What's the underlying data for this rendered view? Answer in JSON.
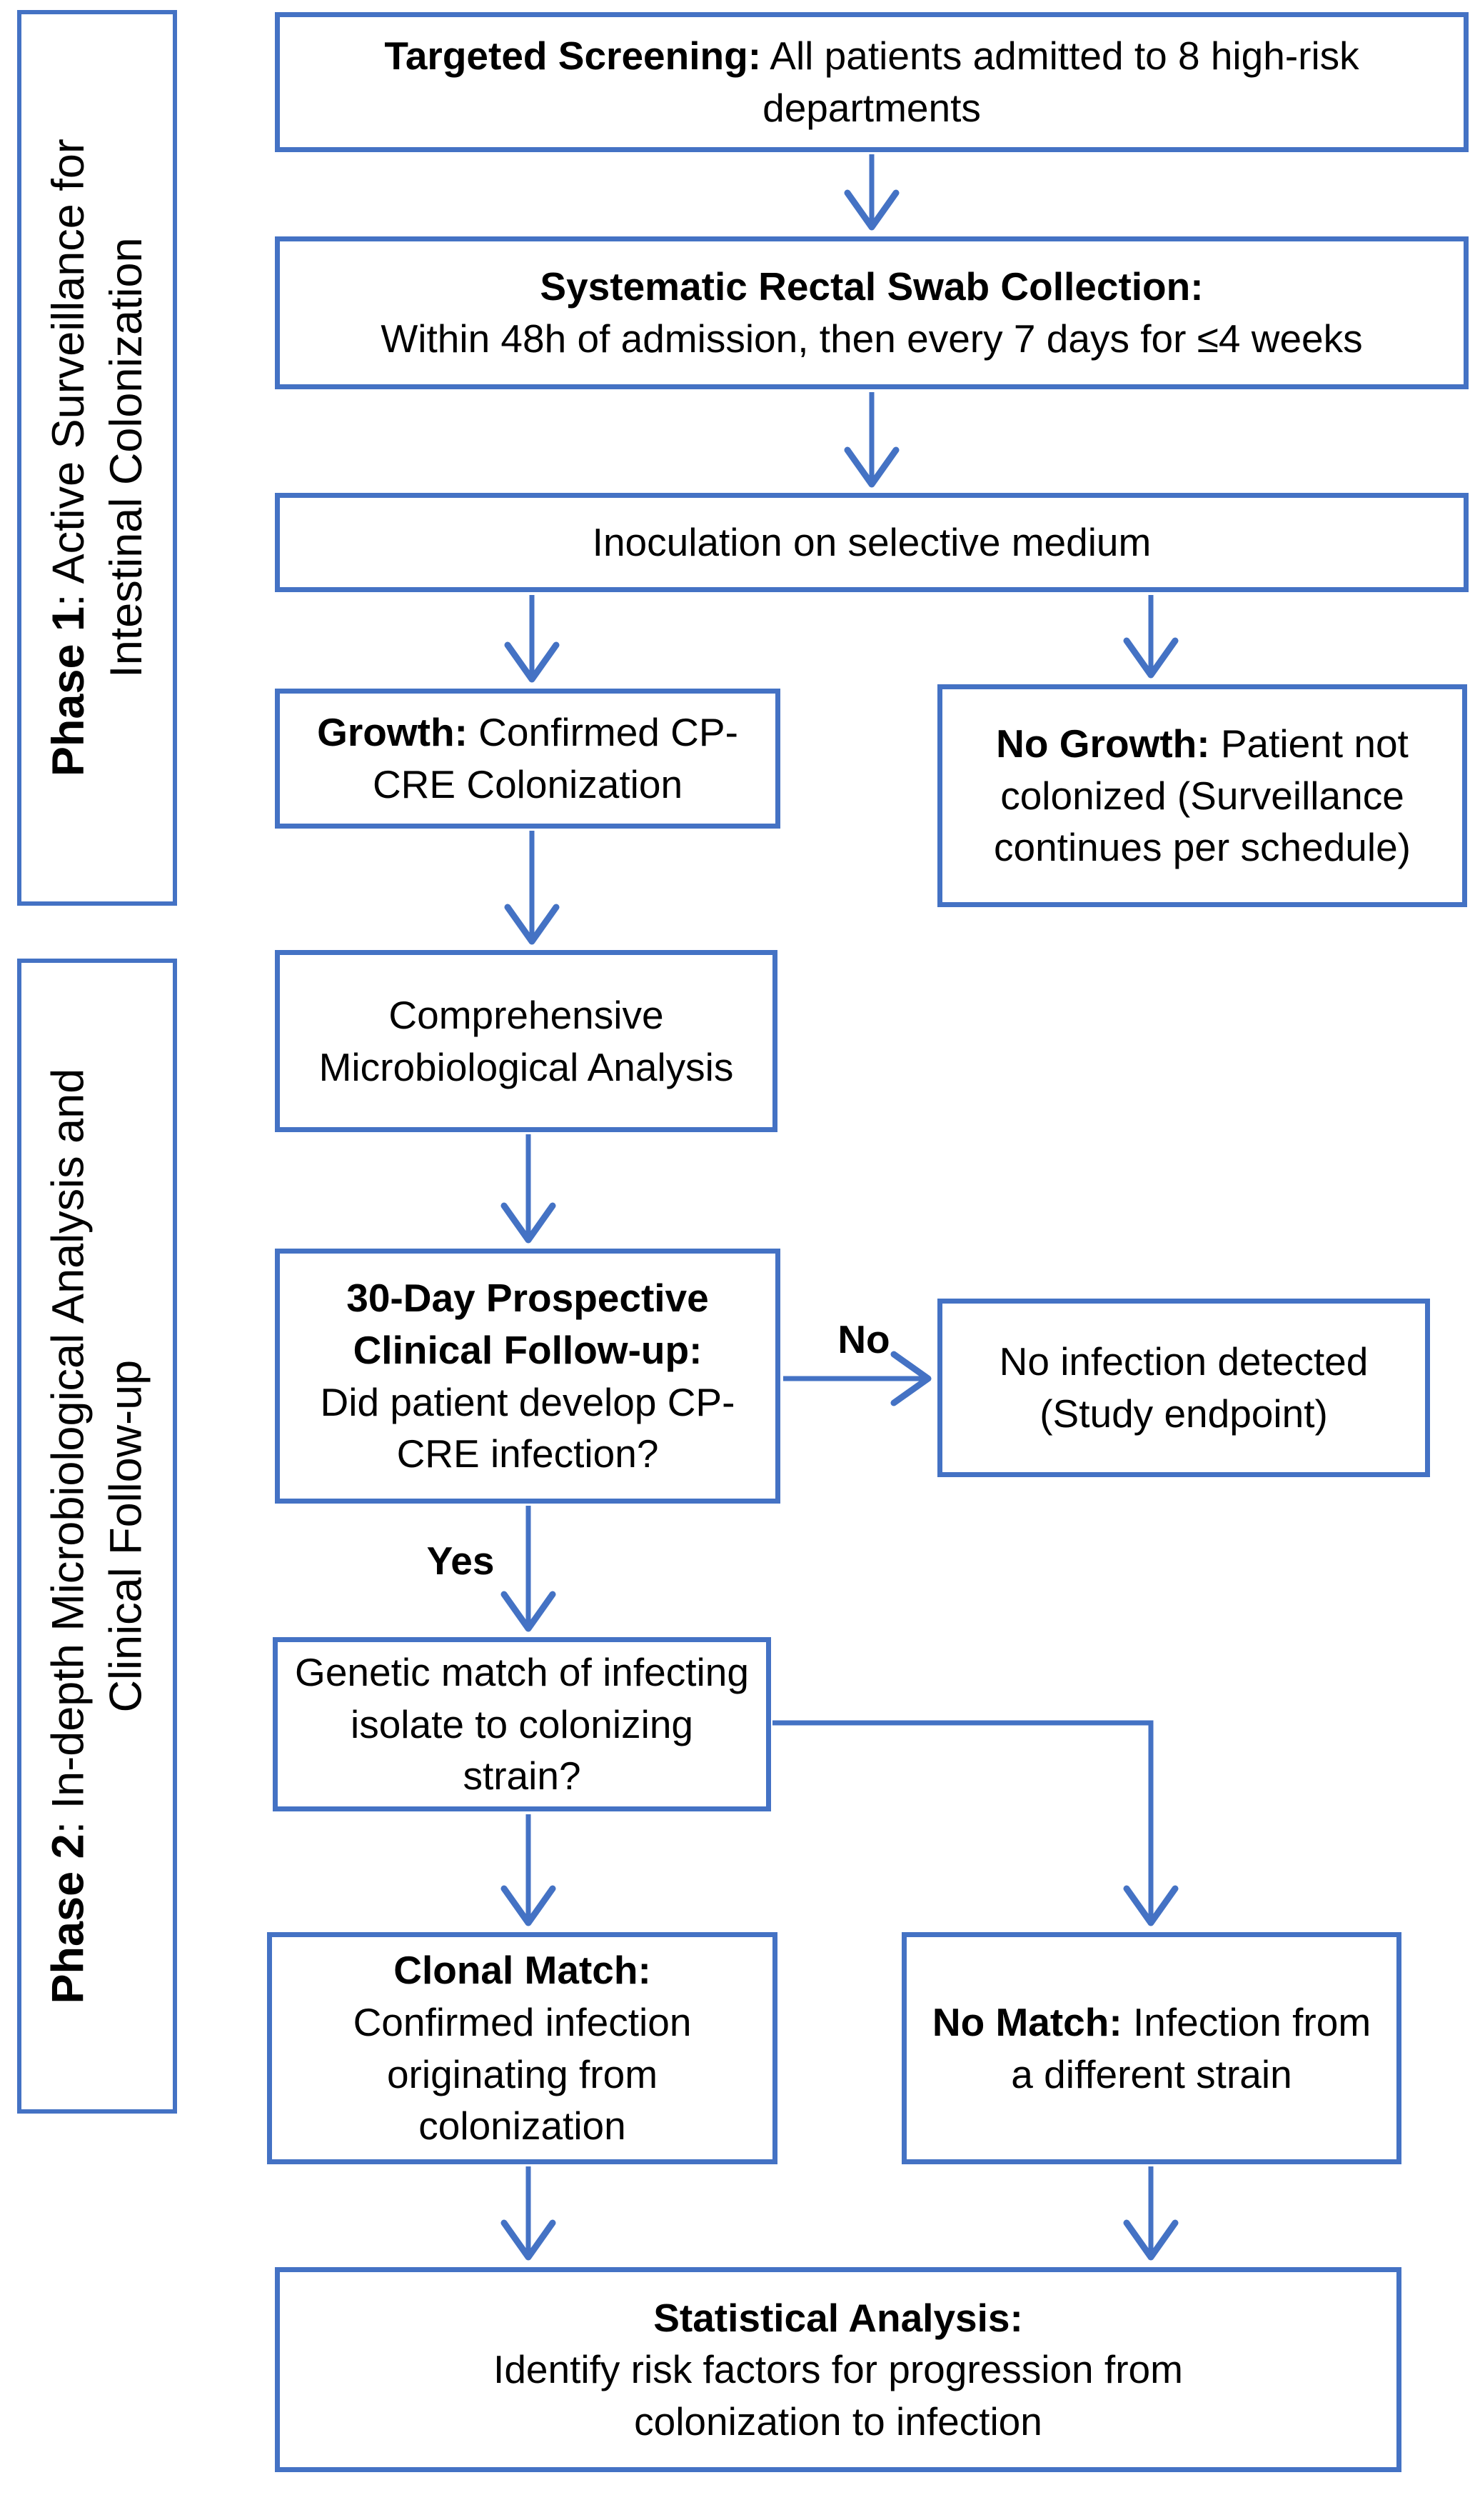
{
  "colors": {
    "line": "#4472C4",
    "ink": "#000000",
    "background": "#FFFFFF"
  },
  "sidebar": {
    "phase1": {
      "line1_bold": "Phase 1",
      "line1_rest": ": Active Surveillance for",
      "line2": "Intestinal Colonization"
    },
    "phase2": {
      "line1_bold": "Phase 2",
      "line1_rest": ": In-depth Microbiological Analysis and",
      "line2": "Clinical Follow-up"
    }
  },
  "nodes": {
    "targeted_screening": {
      "bold": "Targeted Screening:",
      "text": " All patients admitted to 8 high-risk departments"
    },
    "swab_collection": {
      "bold": "Systematic Rectal Swab Collection:",
      "text": "Within 48h of admission, then every 7 days for ≤4 weeks"
    },
    "inoculation": {
      "text": "Inoculation on selective medium"
    },
    "growth": {
      "bold": "Growth:",
      "text": " Confirmed CP-CRE Colonization"
    },
    "no_growth": {
      "bold": "No Growth:",
      "text": " Patient not colonized (Surveillance continues per schedule)"
    },
    "microbio_analysis": {
      "text": "Comprehensive Microbiological Analysis"
    },
    "followup": {
      "bold": "30-Day Prospective Clinical Follow-up:",
      "text": "Did patient develop CP-CRE infection?"
    },
    "no_infection": {
      "text": "No infection detected (Study endpoint)"
    },
    "genetic_match": {
      "text": "Genetic match of infecting isolate to colonizing strain?"
    },
    "clonal_match": {
      "bold": "Clonal Match:",
      "text": "Confirmed infection originating from colonization"
    },
    "no_match": {
      "bold": "No Match:",
      "text": " Infection from a different strain"
    },
    "statistical_analysis": {
      "bold": "Statistical Analysis:",
      "text": "Identify risk factors for progression from colonization to infection"
    }
  },
  "edge_labels": {
    "no": "No",
    "yes": "Yes"
  },
  "edges": [
    {
      "from": "targeted_screening",
      "to": "swab_collection"
    },
    {
      "from": "swab_collection",
      "to": "inoculation"
    },
    {
      "from": "inoculation",
      "to": "growth"
    },
    {
      "from": "inoculation",
      "to": "no_growth"
    },
    {
      "from": "growth",
      "to": "microbio_analysis"
    },
    {
      "from": "microbio_analysis",
      "to": "followup"
    },
    {
      "from": "followup",
      "to": "no_infection",
      "label": "No"
    },
    {
      "from": "followup",
      "to": "genetic_match",
      "label": "Yes"
    },
    {
      "from": "genetic_match",
      "to": "clonal_match"
    },
    {
      "from": "genetic_match",
      "to": "no_match"
    },
    {
      "from": "clonal_match",
      "to": "statistical_analysis"
    },
    {
      "from": "no_match",
      "to": "statistical_analysis"
    }
  ]
}
